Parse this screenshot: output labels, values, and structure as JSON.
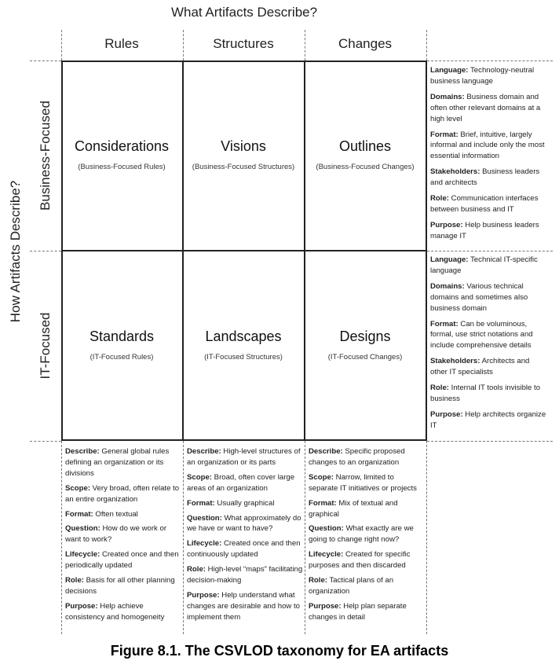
{
  "title_top": "What Artifacts Describe?",
  "title_left": "How Artifacts Describe?",
  "columns": [
    "Rules",
    "Structures",
    "Changes"
  ],
  "rows": [
    "Business-Focused",
    "IT-Focused"
  ],
  "cells": [
    [
      {
        "name": "Considerations",
        "sub": "(Business-Focused Rules)"
      },
      {
        "name": "Visions",
        "sub": "(Business-Focused Structures)"
      },
      {
        "name": "Outlines",
        "sub": "(Business-Focused Changes)"
      }
    ],
    [
      {
        "name": "Standards",
        "sub": "(IT-Focused Rules)"
      },
      {
        "name": "Landscapes",
        "sub": "(IT-Focused Structures)"
      },
      {
        "name": "Designs",
        "sub": "(IT-Focused Changes)"
      }
    ]
  ],
  "row_details": [
    [
      {
        "k": "Language:",
        "v": "Technology-neutral business language"
      },
      {
        "k": "Domains:",
        "v": "Business domain and often other relevant domains at a high level"
      },
      {
        "k": "Format:",
        "v": "Brief, intuitive, largely informal and include only the most essential information"
      },
      {
        "k": "Stakeholders:",
        "v": "Business leaders and architects"
      },
      {
        "k": "Role:",
        "v": "Communication interfaces between business and IT"
      },
      {
        "k": "Purpose:",
        "v": "Help business leaders manage IT"
      }
    ],
    [
      {
        "k": "Language:",
        "v": "Technical IT-specific language"
      },
      {
        "k": "Domains:",
        "v": "Various technical domains and sometimes also business domain"
      },
      {
        "k": "Format:",
        "v": "Can be voluminous, formal, use strict notations and include comprehensive details"
      },
      {
        "k": "Stakeholders:",
        "v": "Architects and other IT specialists"
      },
      {
        "k": "Role:",
        "v": "Internal IT tools invisible to business"
      },
      {
        "k": "Purpose:",
        "v": "Help architects organize IT"
      }
    ]
  ],
  "column_details": [
    [
      {
        "k": "Describe:",
        "v": "General global rules defining an organization or its divisions"
      },
      {
        "k": "Scope:",
        "v": "Very broad, often relate to an entire organization"
      },
      {
        "k": "Format:",
        "v": "Often textual"
      },
      {
        "k": "Question:",
        "v": "How do we work or want to work?"
      },
      {
        "k": "Lifecycle:",
        "v": "Created once and then periodically updated"
      },
      {
        "k": "Role:",
        "v": "Basis for all other planning decisions"
      },
      {
        "k": "Purpose:",
        "v": "Help achieve consistency and homogeneity"
      }
    ],
    [
      {
        "k": "Describe:",
        "v": "High-level structures of an organization or its parts"
      },
      {
        "k": "Scope:",
        "v": "Broad, often cover large areas of an organization"
      },
      {
        "k": "Format:",
        "v": "Usually graphical"
      },
      {
        "k": "Question:",
        "v": "What approximately do we have or want to have?"
      },
      {
        "k": "Lifecycle:",
        "v": "Created once and then continuously updated"
      },
      {
        "k": "Role:",
        "v": "High-level “maps” facilitating decision-making"
      },
      {
        "k": "Purpose:",
        "v": "Help understand what changes are desirable and how to implement them"
      }
    ],
    [
      {
        "k": "Describe:",
        "v": "Specific proposed changes to an organization"
      },
      {
        "k": "Scope:",
        "v": "Narrow, limited to separate IT initiatives or projects"
      },
      {
        "k": "Format:",
        "v": "Mix of textual and graphical"
      },
      {
        "k": "Question:",
        "v": "What exactly are we going to change right now?"
      },
      {
        "k": "Lifecycle:",
        "v": "Created for specific purposes and then discarded"
      },
      {
        "k": "Role:",
        "v": "Tactical plans of an organization"
      },
      {
        "k": "Purpose:",
        "v": "Help plan separate changes in detail"
      }
    ]
  ],
  "caption": "Figure 8.1. The CSVLOD taxonomy for EA artifacts"
}
